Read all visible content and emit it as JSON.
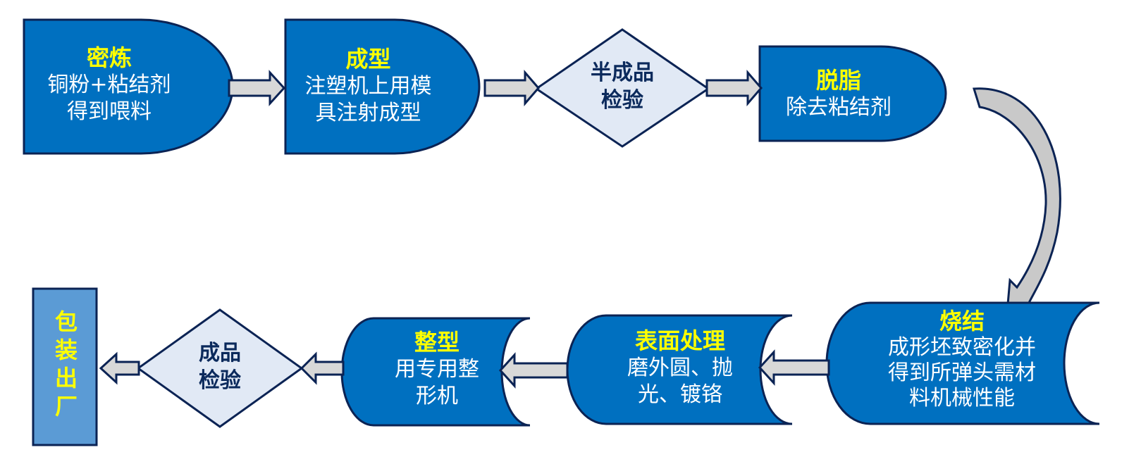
{
  "colors": {
    "process_fill": "#0070c0",
    "outline": "#0b2354",
    "decision_fill": "#e1e9f5",
    "arrow_fill": "#d8d8d8",
    "final_fill": "#5b9bd5",
    "title_text": "#ffff00",
    "body_text": "#ffffff",
    "decision_text": "#0b2a5c"
  },
  "steps": [
    {
      "id": "mixing",
      "title": "密炼",
      "desc": "铜粉+粘结剂\n得到喂料"
    },
    {
      "id": "molding",
      "title": "成型",
      "desc": "注塑机上用模\n具注射成型"
    },
    {
      "id": "semi_inspection",
      "text": "半成品\n检验"
    },
    {
      "id": "debinding",
      "title": "脱脂",
      "desc": "除去粘结剂"
    },
    {
      "id": "sintering",
      "title": "烧结",
      "desc": "成形坯致密化并\n得到所弹头需材\n料机械性能"
    },
    {
      "id": "surface",
      "title": "表面处理",
      "desc": "磨外圆、抛\n光、镀铬"
    },
    {
      "id": "sizing",
      "title": "整型",
      "desc": "用专用整\n形机"
    },
    {
      "id": "final_inspection",
      "text": "成品\n检验"
    },
    {
      "id": "packaging",
      "text": "包装出厂"
    }
  ]
}
